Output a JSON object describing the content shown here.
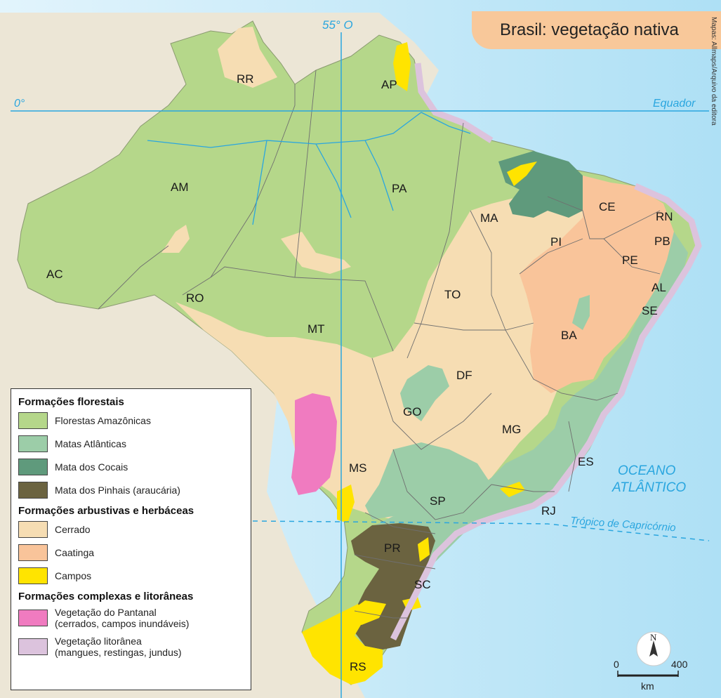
{
  "title": "Brasil: vegetação nativa",
  "credit": "Mapas: Allmaps/Arquivo da editora",
  "map_labels": {
    "meridian": "55° O",
    "equator_degree": "0°",
    "equator": "Equador",
    "tropic": "Trópico de Capricórnio",
    "ocean_line1": "OCEANO",
    "ocean_line2": "ATLÂNTICO"
  },
  "states": [
    "RR",
    "AP",
    "AM",
    "PA",
    "MA",
    "CE",
    "RN",
    "PB",
    "PI",
    "PE",
    "AC",
    "RO",
    "TO",
    "AL",
    "SE",
    "BA",
    "MT",
    "DF",
    "GO",
    "MG",
    "MS",
    "ES",
    "SP",
    "RJ",
    "PR",
    "SC",
    "RS"
  ],
  "legend": {
    "group1_title": "Formações florestais",
    "group1_items": [
      "Florestas Amazônicas",
      "Matas Atlânticas",
      "Mata dos Cocais",
      "Mata dos Pinhais (araucária)"
    ],
    "group2_title": "Formações arbustivas e herbáceas",
    "group2_items": [
      "Cerrado",
      "Caatinga",
      "Campos"
    ],
    "group3_title": "Formações complexas e litorâneas",
    "group3_item1_line1": "Vegetação do Pantanal",
    "group3_item1_line2": "(cerrados, campos inundáveis)",
    "group3_item2_line1": "Vegetação litorânea",
    "group3_item2_line2": "(mangues, restingas, jundus)"
  },
  "compass_north": "N",
  "scale": {
    "start": "0",
    "end": "400",
    "unit": "km"
  },
  "colors": {
    "ocean": "#bfe6f7",
    "land_neighbors": "#ece6d6",
    "florestas_amazonicas": "#b5d78a",
    "matas_atlanticas": "#9ccda8",
    "mata_dos_cocais": "#5f9a7c",
    "mata_dos_pinhais": "#6b6340",
    "cerrado": "#f6ddb3",
    "caatinga": "#f9c49a",
    "campos": "#ffe400",
    "pantanal": "#f07bc0",
    "litoranea": "#dcc3dd",
    "grid_lines": "#2aa6df"
  }
}
